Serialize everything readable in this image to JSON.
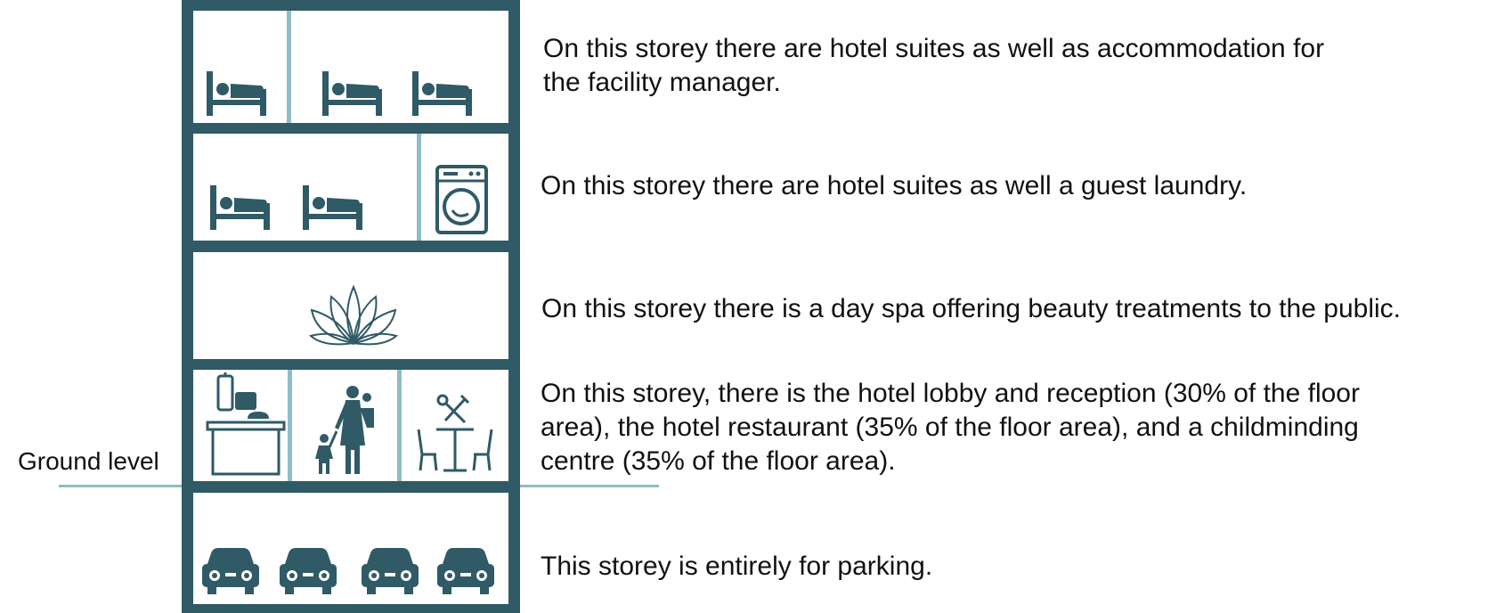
{
  "ground_label": "Ground level",
  "colors": {
    "building": "#2f5a66",
    "divider": "#8fbcca",
    "ground_line": "#8fbcca",
    "text": "#111111"
  },
  "storeys": [
    {
      "id": "storey-4",
      "description_lines": [
        "On this storey there are hotel suites as well as accommodation for",
        "the facility manager."
      ],
      "icons": [
        "bed-icon",
        "bed-icon",
        "bed-icon"
      ]
    },
    {
      "id": "storey-3",
      "description_lines": [
        "On this storey there are hotel suites as well a guest laundry."
      ],
      "icons": [
        "bed-icon",
        "bed-icon",
        "washing-machine-icon"
      ]
    },
    {
      "id": "storey-2",
      "description_lines": [
        "On this storey there is a day spa offering beauty treatments to the public."
      ],
      "icons": [
        "lotus-icon"
      ]
    },
    {
      "id": "storey-1",
      "description_lines": [
        "On this storey, there is the hotel lobby and reception (30% of the floor",
        "area), the hotel restaurant (35% of the floor area), and a childminding",
        "centre (35% of the floor area)."
      ],
      "icons": [
        "reception-desk-icon",
        "parent-and-child-icon",
        "restaurant-icon"
      ]
    },
    {
      "id": "storey-basement",
      "description_lines": [
        "This storey is entirely for parking."
      ],
      "icons": [
        "car-icon",
        "car-icon",
        "car-icon",
        "car-icon"
      ]
    }
  ]
}
